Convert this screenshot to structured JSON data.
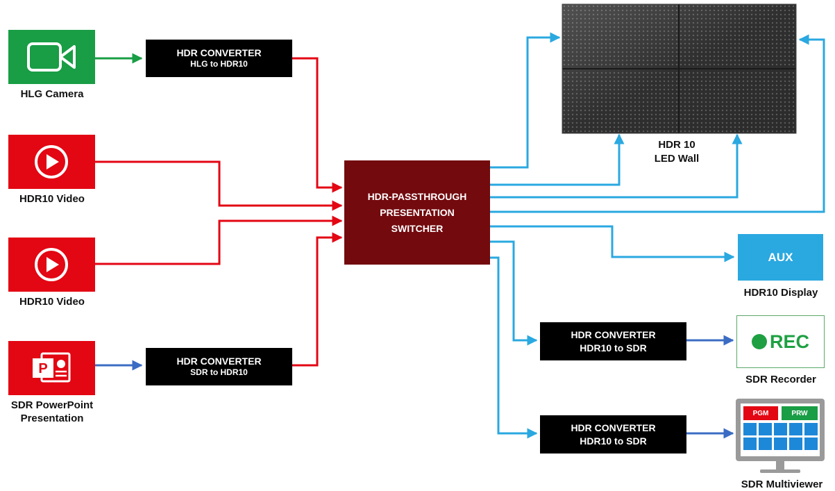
{
  "sources": [
    {
      "label": "HLG Camera",
      "color": "#199d45",
      "icon": "video-camera-icon"
    },
    {
      "label": "HDR10 Video",
      "color": "#e30613",
      "icon": "play-icon"
    },
    {
      "label": "HDR10 Video",
      "color": "#e30613",
      "icon": "play-icon"
    },
    {
      "label_line1": "SDR PowerPoint",
      "label_line2": "Presentation",
      "color": "#e30613",
      "icon": "powerpoint-icon"
    }
  ],
  "input_converters": [
    {
      "title": "HDR CONVERTER",
      "subtitle": "HLG to HDR10"
    },
    {
      "title": "HDR CONVERTER",
      "subtitle": "SDR to HDR10"
    }
  ],
  "switcher": {
    "line1": "HDR-PASSTHROUGH",
    "line2": "PRESENTATION",
    "line3": "SWITCHER",
    "color": "#730a0e"
  },
  "led_wall": {
    "line1": "HDR 10",
    "line2": "LED Wall"
  },
  "aux": {
    "text": "AUX",
    "label": "HDR10 Display",
    "color": "#2aa8e0"
  },
  "output_converters": [
    {
      "title": "HDR CONVERTER",
      "subtitle": "HDR10 to SDR"
    },
    {
      "title": "HDR CONVERTER",
      "subtitle": "HDR10 to SDR"
    }
  ],
  "recorder": {
    "text": "REC",
    "label": "SDR Recorder",
    "color": "#1ea042"
  },
  "multiviewer": {
    "pgm": "PGM",
    "prw": "PRW",
    "label": "SDR Multiviewer"
  },
  "colors": {
    "hdr_line": "#e30613",
    "hlg_line": "#199d45",
    "sdr_line": "#3b6cc4",
    "out_line": "#2aa8e0"
  }
}
